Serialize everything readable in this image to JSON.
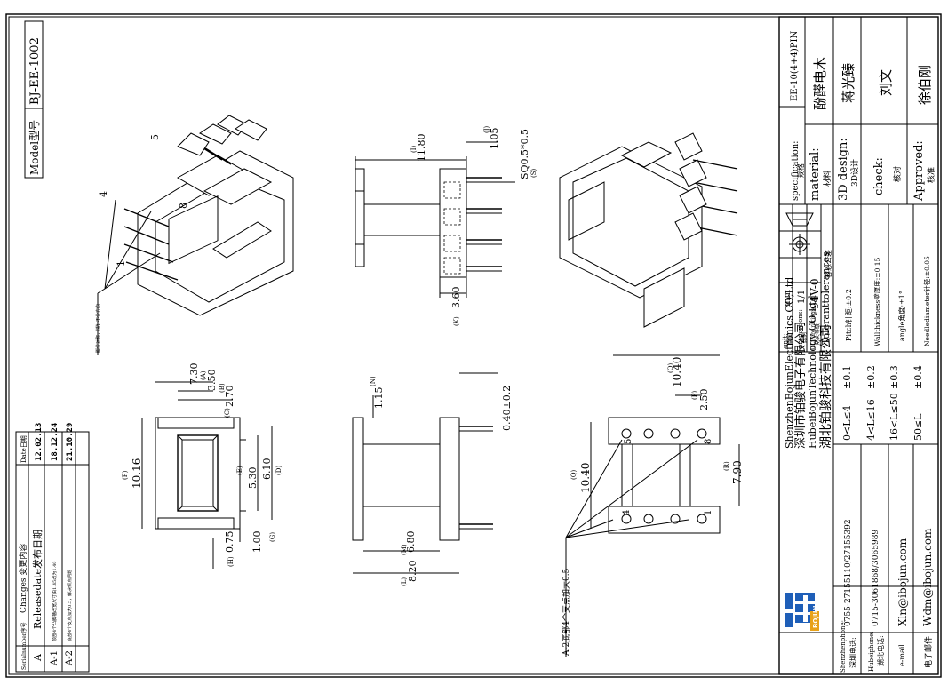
{
  "title_block": {
    "model_label": "Model型号",
    "model_value": "BJ-EE-1002",
    "spec_label": "specification:",
    "spec_label_cn": "规格",
    "spec_value": "EE-10(4+4)PIN",
    "material_label": "material:",
    "material_label_cn": "材料",
    "material_value": "酚醛电木",
    "design_label": "3D design:",
    "design_label_cn": "3D设计",
    "design_value": "蒋光臻",
    "check_label": "check:",
    "check_label_cn": "核对",
    "check_value": "刘文",
    "approved_label": "Approved:",
    "approved_label_cn": "核准",
    "approved_value": "徐伯刚",
    "unit_label": "unit:",
    "unit_label_cn": "单位",
    "unit_value": "mm",
    "proportion_label": "proportions:",
    "proportion_label_cn": "比例",
    "proportion_value": "1/1",
    "ul_label": "UL Fire ratings:",
    "ul_label_cn": "防火等级",
    "ul_value": "94V-0",
    "tol_title": "Toleranttolerances",
    "tol_title_cn": "容忍公差",
    "tol_rows": [
      {
        "range": "0<L≤4",
        "tol": "±0.1"
      },
      {
        "range": "4<L≤16",
        "tol": "±0.2"
      },
      {
        "range": "16<L≤50",
        "tol": "±0.3"
      },
      {
        "range": "50≤L",
        "tol": "±0.4"
      }
    ],
    "tol_specs": [
      "Pitch针距:±0.2",
      "Wallthickness壁厚度:±0.15",
      "angle角度:±1°",
      "Needlediameter针径:±0.05"
    ],
    "company": [
      "ShenzhenBojunElectronics CO;Ltd",
      "深圳市铂骏电子有限公司",
      "HubeiBojunTechnology CO;Ltd",
      "湖北铂骏科技有限公司"
    ],
    "logo_text": "BOJUN",
    "contacts": [
      {
        "label": "Shenzhenphone:",
        "label_cn": "深圳电话:",
        "value": "0755-27155110/27155392"
      },
      {
        "label": "Hubeiphone:",
        "label_cn": "湖北电话:",
        "value": "0715-3061868/3065989"
      },
      {
        "label": "e-mail",
        "label_cn": "电子邮件",
        "value": "Xln@ibojun.com",
        "value2": "Wdm@ibojun.com"
      }
    ]
  },
  "changes": {
    "col_serial": "Serialnumber序号",
    "col_content": "Changes 变更内容",
    "col_date": "Date日期",
    "rows": [
      {
        "serial": "A",
        "content": "Releasedate发布日期",
        "date": "12.02.13"
      },
      {
        "serial": "A-1",
        "content": "顶部4个凸脚槽改宽尺寸由1.45改为1.40",
        "date": "18.12.24"
      },
      {
        "serial": "A-2",
        "content": "底部4个支点加大0.5，解决倾点问题",
        "date": "21.10.29"
      }
    ]
  },
  "dims": {
    "d730": "7.30",
    "dA": "(A)",
    "d350": "3.50",
    "dB": "(B)",
    "d270": "2.70",
    "dC": "(C)",
    "d1016": "10.16",
    "dF": "(F)",
    "d530": "5.30",
    "dE": "(E)",
    "d610": "6.10",
    "dD": "(D)",
    "d075": "0.75",
    "dH": "(H)",
    "d100": "1.00",
    "dG": "(G)",
    "d680": "6.80",
    "dM": "(M)",
    "d820": "8.20",
    "dL": "(L)",
    "d115": "1.15",
    "dN": "(N)",
    "d040": "0.40±0.2",
    "d1180": "11.80",
    "dI": "(I)",
    "d105": "1.05",
    "dJ": "(J)",
    "dsq": "SQ0.5*0.5",
    "dS": "(S)",
    "d360": "3.60",
    "dK": "(K)",
    "d1040top": "10.40",
    "dO": "(O)",
    "d250": "2.50",
    "dP": "(P)",
    "d1040": "10.40",
    "dQ": "(Q)",
    "d790": "7.90",
    "dR": "(R)",
    "pin1": "1",
    "pin4": "4",
    "pin5": "5",
    "pin8": "8",
    "pin4b": "4",
    "pin5b": "5",
    "pin1b": "1",
    "pin8b": "8",
    "note_a2": "A-2底部4个支点加大0.5",
    "note_dir": "脚位对称，插针不分方向"
  }
}
